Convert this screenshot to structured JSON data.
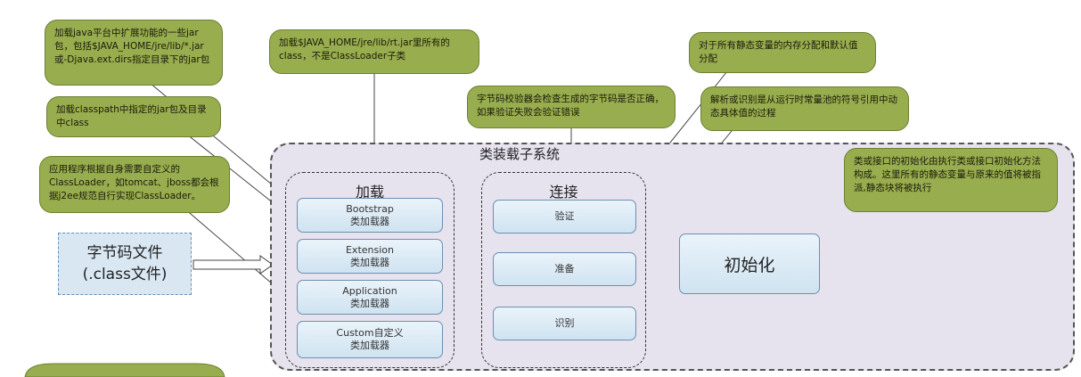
{
  "system_title": "类装载子系统",
  "source_file": {
    "line1": "字节码文件",
    "line2": "(.class文件)"
  },
  "loading": {
    "title": "加载",
    "loaders": [
      {
        "line1": "Bootstrap",
        "line2": "类加载器"
      },
      {
        "line1": "Extension",
        "line2": "类加载器"
      },
      {
        "line1": "Application",
        "line2": "类加载器"
      },
      {
        "line1": "Custom自定义",
        "line2": "类加载器"
      }
    ]
  },
  "linking": {
    "title": "连接",
    "steps": [
      "验证",
      "准备",
      "识别"
    ]
  },
  "initialization": {
    "label": "初始化"
  },
  "notes": {
    "extension": "加载java平台中扩展功能的一些jar包，包括$JAVA_HOME/jre/lib/*.jar或-Djava.ext.dirs指定目录下的jar包",
    "bootstrap": "加载$JAVA_HOME/jre/lib/rt.jar里所有的class，不是ClassLoader子类",
    "application": "加载classpath中指定的jar包及目录中class",
    "custom": "应用程序根据自身需要自定义的ClassLoader，如tomcat、jboss都会根据j2ee规范自行实现ClassLoader。",
    "verify": "字节码校验器会检查生成的字节码是否正确，如果验证失败会验证错误",
    "prepare": "对于所有静态变量的内存分配和默认值分配",
    "resolve": "解析或识别是从运行时常量池的符号引用中动态具体值的过程",
    "init": "类或接口的初始化由执行类或接口初始化方法构成。这里所有的静态变量与原来的值将被指派,静态块将被执行",
    "bottom": ""
  },
  "colors": {
    "bubble": "#98ad4e",
    "system_bg": "#e6e3ee",
    "box_fill": "#d9e7f3",
    "box_border": "#6c8fb0"
  }
}
